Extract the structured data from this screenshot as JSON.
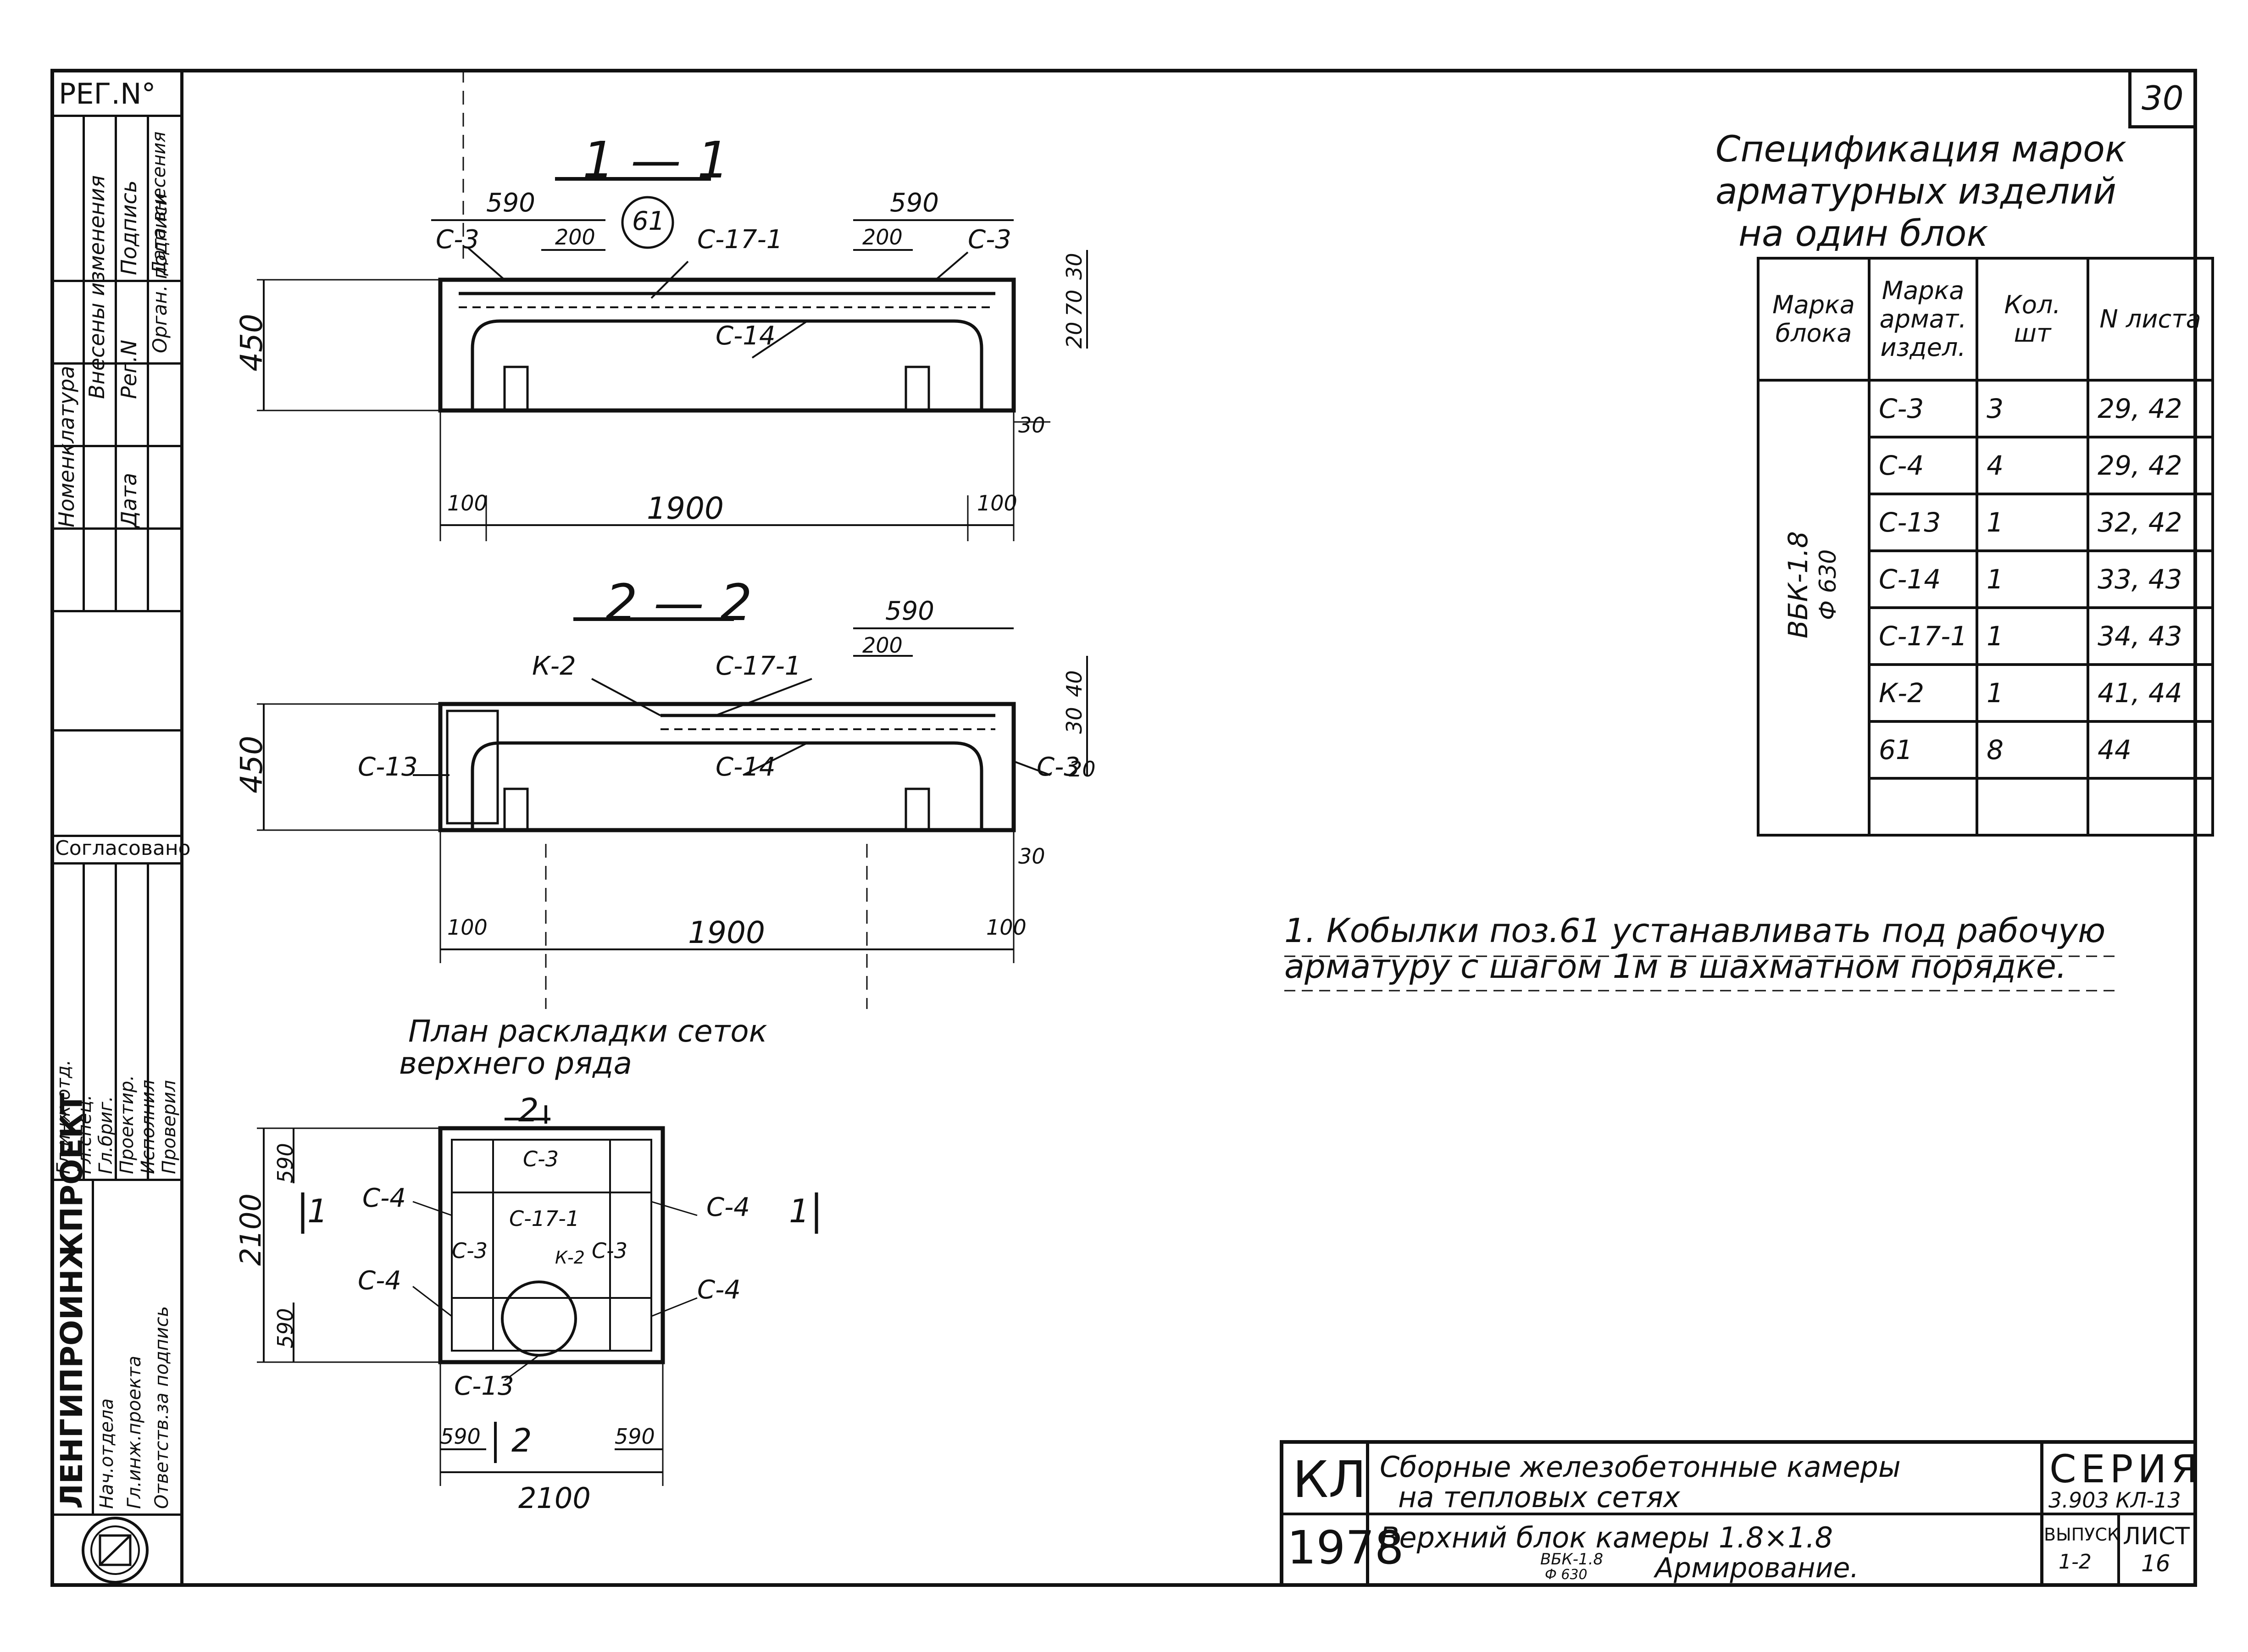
{
  "sheet": {
    "page_number": "30",
    "reg_label": "РЕГ.N°"
  },
  "left_strip": {
    "cells": [
      "Номенклатура",
      "Внесены изменения",
      "Дата",
      "Рег.N",
      "Орган. подписи",
      "Подпись",
      "Дата внесения"
    ],
    "agreed": "Согласовано",
    "roles": [
      "Гл.инж.отд.",
      "Гл.спец.",
      "Гл.бриг.",
      "Проектир.",
      "Исполнил",
      "Проверил"
    ],
    "org": "ЛЕНГИПРОИНЖПРОЕКТ",
    "dept_roles": [
      "Нач.отдела",
      "Гл.инж.проекта",
      "Ответств.за подпись"
    ]
  },
  "sections": {
    "section_1_title": "1 — 1",
    "section_2_title": "2 — 2",
    "plan_title_line1": "План раскладки сеток",
    "plan_title_line2": "верхнего ряда"
  },
  "section1": {
    "dims": [
      "590",
      "590",
      "200",
      "200",
      "1900",
      "100",
      "100",
      "450",
      "30",
      "70",
      "20",
      "30"
    ],
    "marks": [
      "С-3",
      "С-3",
      "С-17-1",
      "С-14",
      "61"
    ]
  },
  "section2": {
    "dims": [
      "590",
      "200",
      "1900",
      "100",
      "100",
      "450",
      "40",
      "30",
      "20",
      "30"
    ],
    "marks": [
      "К-2",
      "С-17-1",
      "С-13",
      "С-14",
      "С-3"
    ]
  },
  "plan": {
    "dims": [
      "590",
      "590",
      "590",
      "590",
      "2100",
      "2100"
    ],
    "marks": [
      "С-4",
      "С-4",
      "С-4",
      "С-4",
      "С-3",
      "С-17-1",
      "С-3",
      "К-2",
      "С-3",
      "С-13"
    ],
    "cut_labels": [
      "2",
      "2",
      "1",
      "1"
    ]
  },
  "spec": {
    "title_line1": "Спецификация марок",
    "title_line2": "арматурных изделий",
    "title_line3": "на один блок",
    "headers": [
      "Марка блока",
      "Марка армат. издел.",
      "Кол. шт",
      "N листа"
    ],
    "block_mark": "ВБК-1.8",
    "block_mark_sub": "Ф 630",
    "rows": [
      {
        "mark": "С-3",
        "qty": "3",
        "sheet": "29, 42"
      },
      {
        "mark": "С-4",
        "qty": "4",
        "sheet": "29, 42"
      },
      {
        "mark": "С-13",
        "qty": "1",
        "sheet": "32, 42"
      },
      {
        "mark": "С-14",
        "qty": "1",
        "sheet": "33, 43"
      },
      {
        "mark": "С-17-1",
        "qty": "1",
        "sheet": "34, 43"
      },
      {
        "mark": "К-2",
        "qty": "1",
        "sheet": "41, 44"
      },
      {
        "mark": "61",
        "qty": "8",
        "sheet": "44"
      },
      {
        "mark": "",
        "qty": "",
        "sheet": ""
      }
    ]
  },
  "note": {
    "line1": "1. Кобылки поз.61 устанавливать под рабочую",
    "line2": "арматуру с шагом 1м в шахматном порядке."
  },
  "title_block": {
    "code": "КЛ",
    "year": "1978",
    "title_line1": "Сборные железобетонные камеры",
    "title_line2": "на тепловых сетях",
    "subtitle_line1": "Верхний блок камеры 1.8×1.8",
    "subtitle_mark": "ВБК-1.8",
    "subtitle_mark_sub": "Ф 630",
    "subtitle_line2": "Армирование.",
    "series_label": "СЕРИЯ",
    "series_value": "3.903 КЛ-13",
    "issue_label": "ВЫПУСК",
    "issue_value": "1-2",
    "sheet_label": "ЛИСТ",
    "sheet_value": "16"
  }
}
